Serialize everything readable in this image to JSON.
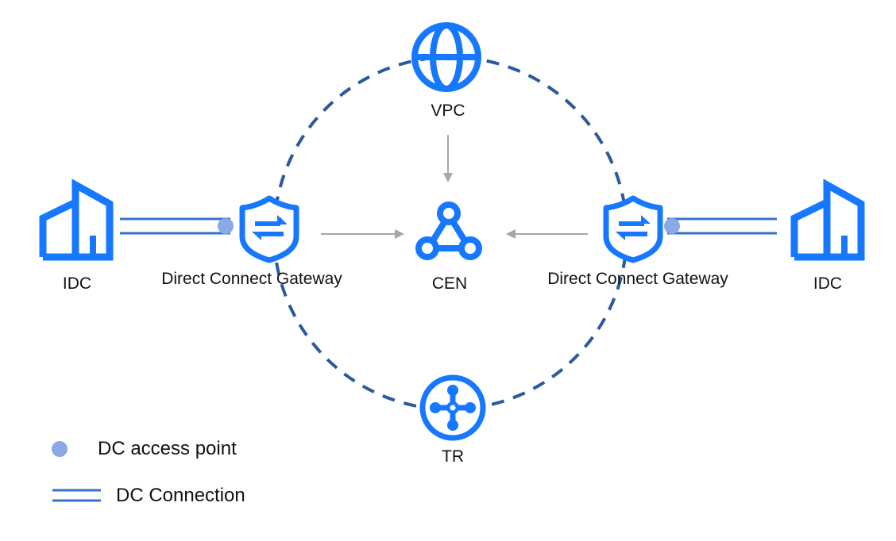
{
  "diagram": {
    "nodes": {
      "vpc": {
        "label": "VPC",
        "icon": "globe-icon"
      },
      "cen": {
        "label": "CEN",
        "icon": "cen-network-icon"
      },
      "tr": {
        "label": "TR",
        "icon": "transit-router-icon"
      },
      "dcg_left": {
        "label": "Direct Connect Gateway",
        "icon": "shield-exchange-icon"
      },
      "dcg_right": {
        "label": "Direct Connect Gateway",
        "icon": "shield-exchange-icon"
      },
      "idc_left": {
        "label": "IDC",
        "icon": "building-icon"
      },
      "idc_right": {
        "label": "IDC",
        "icon": "building-icon"
      }
    },
    "edges": [
      {
        "from": "vpc",
        "to": "cen",
        "style": "arrow"
      },
      {
        "from": "dcg_left",
        "to": "cen",
        "style": "arrow"
      },
      {
        "from": "dcg_right",
        "to": "cen",
        "style": "arrow"
      },
      {
        "from": "idc_left",
        "to": "dcg_left",
        "style": "dc-connection"
      },
      {
        "from": "idc_right",
        "to": "dcg_right",
        "style": "dc-connection"
      }
    ],
    "ring": {
      "style": "dashed",
      "members": [
        "vpc",
        "dcg_right",
        "tr",
        "dcg_left"
      ]
    }
  },
  "legend": {
    "access_point": "DC access point",
    "connection": "DC Connection"
  },
  "colors": {
    "icon_blue": "#1677ff",
    "ring": "#2a5a9e",
    "dc_line": "#3572cc",
    "access_point": "#8aa9e6",
    "arrow": "#a6a6a6"
  }
}
